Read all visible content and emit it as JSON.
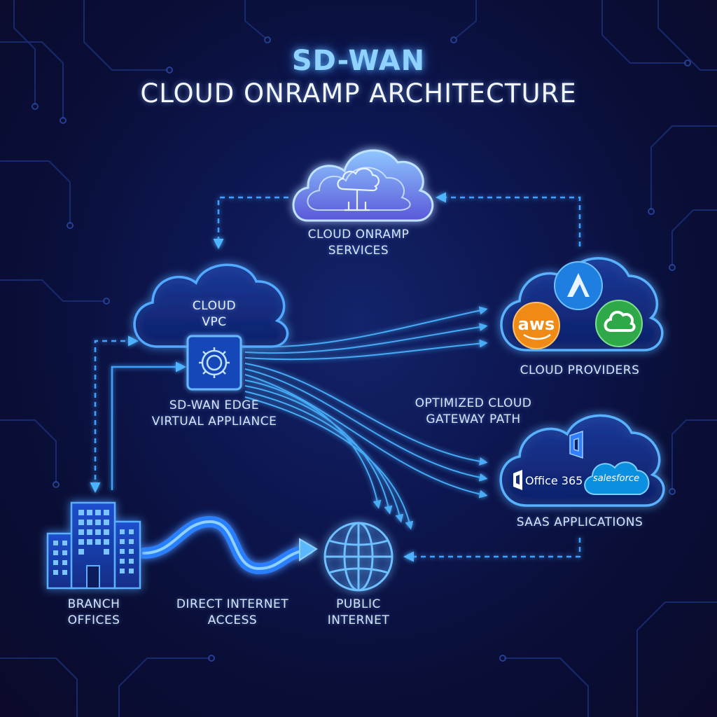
{
  "title": {
    "line1": "SD-WAN",
    "line2": "CLOUD ONRAMP ARCHITECTURE"
  },
  "nodes": {
    "onramp_services": {
      "line1": "CLOUD ONRAMP",
      "line2": "SERVICES"
    },
    "cloud_vpc": {
      "line1": "CLOUD",
      "line2": "VPC"
    },
    "edge_appliance": {
      "line1": "SD-WAN EDGE",
      "line2": "VIRTUAL APPLIANCE"
    },
    "cloud_providers": {
      "label": "CLOUD PROVIDERS",
      "aws_text": "aws"
    },
    "saas": {
      "label": "SAAS APPLICATIONS",
      "office_text": "Office 365",
      "salesforce_text": "salesforce"
    },
    "branch": {
      "line1": "BRANCH",
      "line2": "OFFICES"
    },
    "dia": {
      "line1": "DIRECT INTERNET",
      "line2": "ACCESS"
    },
    "internet": {
      "line1": "PUBLIC",
      "line2": "INTERNET"
    },
    "path": {
      "line1": "OPTIMIZED CLOUD",
      "line2": "GATEWAY PATH"
    }
  },
  "icons": {
    "onramp": "cloud-network-icon",
    "edge": "gear-icon",
    "azure": "azure-logo-icon",
    "aws": "aws-logo-icon",
    "gcp": "google-cloud-logo-icon",
    "teams": "teams-logo-icon",
    "office": "office-logo-icon",
    "salesforce": "salesforce-logo-icon",
    "branch": "building-icon",
    "internet": "globe-icon"
  },
  "colors": {
    "glow": "#4aa8ff",
    "azure": "#1f7fe0",
    "aws": "#f08a16",
    "gcp": "#2fa84a",
    "salesforce": "#0b8fe0"
  }
}
